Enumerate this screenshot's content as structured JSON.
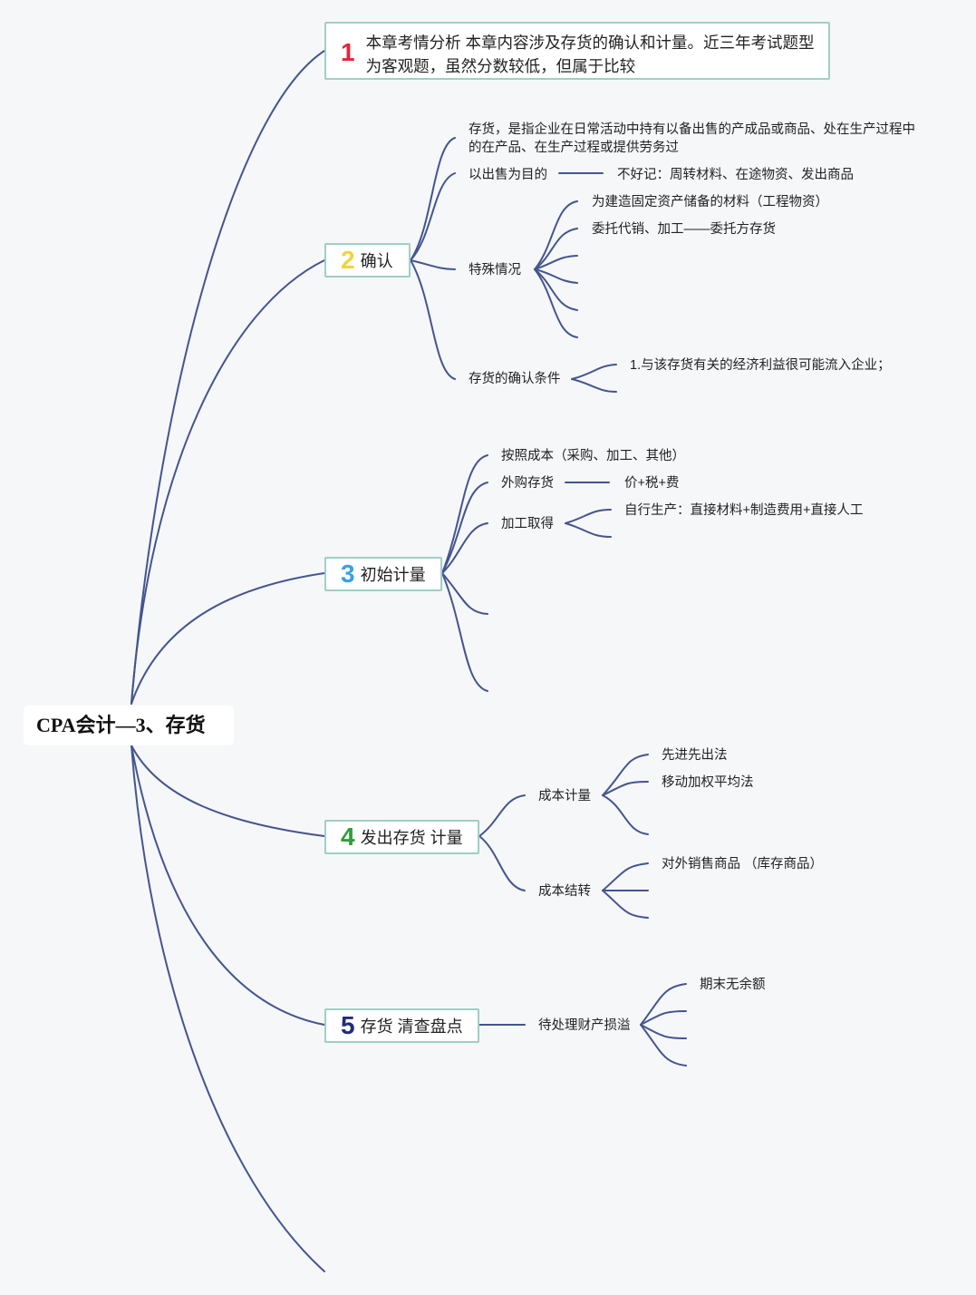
{
  "root": {
    "title": "CPA会计—3、存货"
  },
  "colors": {
    "line": "#44558f",
    "branch_border": "#9fcfc4",
    "num1": "#e0273a",
    "num2": "#f2d33a",
    "num3": "#3aa0e4",
    "num4": "#2f9e3a",
    "num5": "#1f2d7a"
  },
  "branches": [
    {
      "num": "1",
      "label": "本章考情分析 本章内容涉及存货的确认和计量。近三年考试题型为客观题，虽然分数较低，但属于比较"
    },
    {
      "num": "2",
      "label": "确认"
    },
    {
      "num": "3",
      "label": "初始计量"
    },
    {
      "num": "4",
      "label": "发出存货 计量"
    },
    {
      "num": "5",
      "label": "存货 清查盘点"
    }
  ],
  "confirm": {
    "definition": "存货，是指企业在日常活动中持有以备出售的产成品或商品、处在生产过程中的在产品、在生产过程或提供劳务过",
    "for_sale": "以出售为目的",
    "for_sale_note": "不好记：周转材料、在途物资、发出商品",
    "special": "特殊情况",
    "special_items": [
      "为建造固定资产储备的材料（工程物资）",
      "委托代销、加工——委托方存货"
    ],
    "conditions": "存货的确认条件",
    "condition_items": [
      "1.与该存货有关的经济利益很可能流入企业；"
    ]
  },
  "initial": {
    "by_cost": "按照成本（采购、加工、其他）",
    "purchased": "外购存货",
    "purchased_note": "价+税+费",
    "processed": "加工取得",
    "processed_items": [
      "自行生产：直接材料+制造费用+直接人工"
    ]
  },
  "issue": {
    "cost_measure": "成本计量",
    "cost_measure_items": [
      "先进先出法",
      "移动加权平均法"
    ],
    "cost_transfer": "成本结转",
    "cost_transfer_items": [
      "对外销售商品 （库存商品）"
    ]
  },
  "count": {
    "pending": "待处理财产损溢",
    "pending_items": [
      "期末无余额"
    ]
  }
}
